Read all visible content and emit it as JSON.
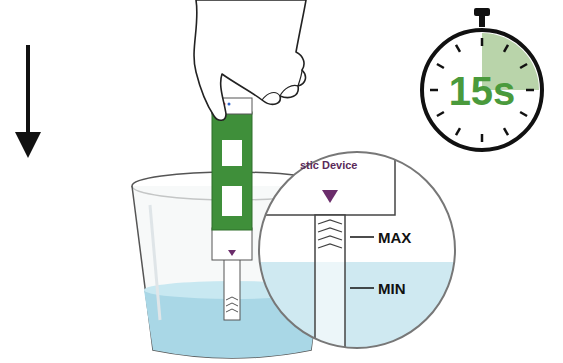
{
  "diagram": {
    "labels": [
      "stic Device",
      "MAX",
      "MIN",
      "15s"
    ]
  }
}
